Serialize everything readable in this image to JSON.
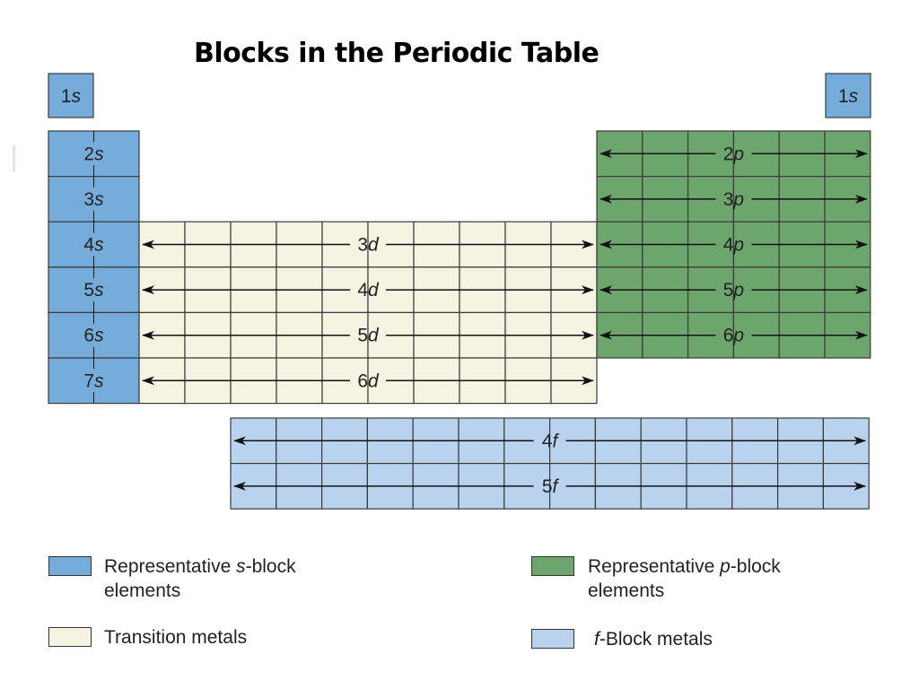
{
  "title": "Blocks in the Periodic Table",
  "colors": {
    "s_block": "#76acd9",
    "d_block": "#f6f3e2",
    "p_block": "#6ca66c",
    "f_block": "#b9d3ee",
    "grid_line": "#3a3a3a"
  },
  "s_block": {
    "top_left": {
      "n": "1",
      "sub": "s"
    },
    "top_right": {
      "n": "1",
      "sub": "s"
    },
    "rows": [
      {
        "n": "2",
        "sub": "s"
      },
      {
        "n": "3",
        "sub": "s"
      },
      {
        "n": "4",
        "sub": "s"
      },
      {
        "n": "5",
        "sub": "s"
      },
      {
        "n": "6",
        "sub": "s"
      },
      {
        "n": "7",
        "sub": "s"
      }
    ]
  },
  "d_block": {
    "rows": [
      {
        "n": "3",
        "sub": "d"
      },
      {
        "n": "4",
        "sub": "d"
      },
      {
        "n": "5",
        "sub": "d"
      },
      {
        "n": "6",
        "sub": "d"
      }
    ]
  },
  "p_block": {
    "rows": [
      {
        "n": "2",
        "sub": "p"
      },
      {
        "n": "3",
        "sub": "p"
      },
      {
        "n": "4",
        "sub": "p"
      },
      {
        "n": "5",
        "sub": "p"
      },
      {
        "n": "6",
        "sub": "p"
      }
    ]
  },
  "f_block": {
    "rows": [
      {
        "n": "4",
        "sub": "f"
      },
      {
        "n": "5",
        "sub": "f"
      }
    ]
  },
  "legend": {
    "s_block": {
      "prefix": "Representative ",
      "italic": "s",
      "suffix": "-block",
      "line2": "elements"
    },
    "p_block": {
      "prefix": "Representative ",
      "italic": "p",
      "suffix": "-block",
      "line2": "elements"
    },
    "transition": {
      "text": "Transition metals"
    },
    "f_block": {
      "italic": "f",
      "suffix": "-Block metals"
    }
  }
}
